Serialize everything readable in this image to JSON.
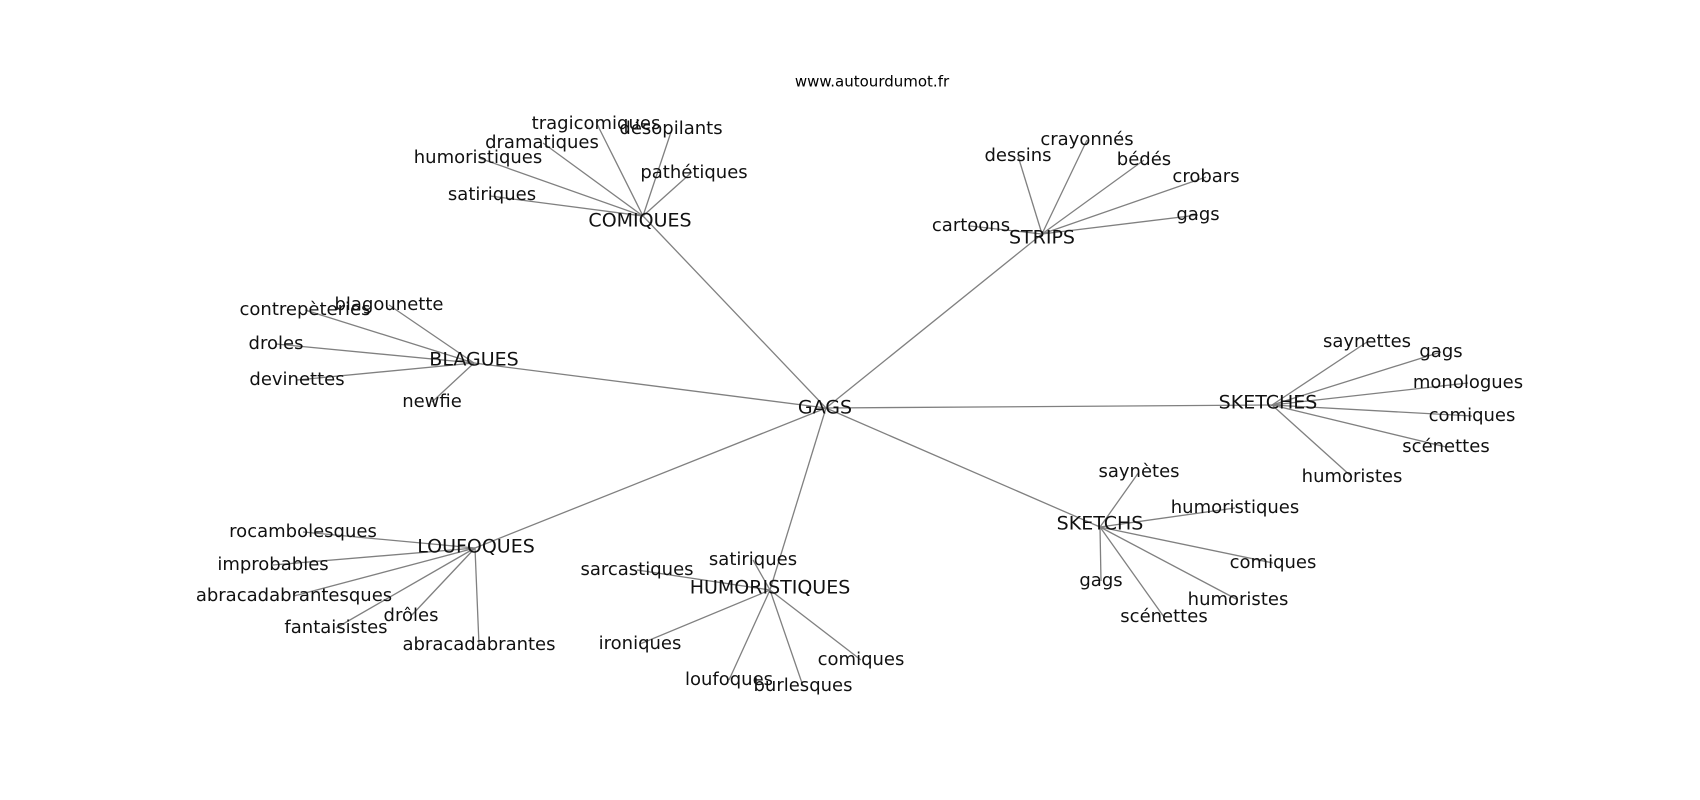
{
  "site": "www.autourdumot.fr",
  "root": "GAGS",
  "clusters": [
    {
      "id": "comiques",
      "label": "COMIQUES",
      "children": [
        {
          "id": "tragicomiques",
          "label": "tragicomiques"
        },
        {
          "id": "desopilants",
          "label": "désopilants"
        },
        {
          "id": "dramatiques",
          "label": "dramatiques"
        },
        {
          "id": "humoristiques",
          "label": "humoristiques"
        },
        {
          "id": "pathetiques",
          "label": "pathétiques"
        },
        {
          "id": "satiriques",
          "label": "satiriques"
        }
      ]
    },
    {
      "id": "strips",
      "label": "STRIPS",
      "children": [
        {
          "id": "crayonnes",
          "label": "crayonnés"
        },
        {
          "id": "dessins",
          "label": "dessins"
        },
        {
          "id": "bedes",
          "label": "bédés"
        },
        {
          "id": "crobars",
          "label": "crobars"
        },
        {
          "id": "gags",
          "label": "gags"
        },
        {
          "id": "cartoons",
          "label": "cartoons"
        }
      ]
    },
    {
      "id": "blagues",
      "label": "BLAGUES",
      "children": [
        {
          "id": "blagounette",
          "label": "blagounette"
        },
        {
          "id": "contrepeteries",
          "label": "contrepèteries"
        },
        {
          "id": "droles",
          "label": "droles"
        },
        {
          "id": "devinettes",
          "label": "devinettes"
        },
        {
          "id": "newfie",
          "label": "newfie"
        }
      ]
    },
    {
      "id": "sketches",
      "label": "SKETCHES",
      "children": [
        {
          "id": "saynettes",
          "label": "saynettes"
        },
        {
          "id": "gags",
          "label": "gags"
        },
        {
          "id": "monologues",
          "label": "monologues"
        },
        {
          "id": "comiques",
          "label": "comiques"
        },
        {
          "id": "scenettes",
          "label": "scénettes"
        },
        {
          "id": "humoristes",
          "label": "humoristes"
        }
      ]
    },
    {
      "id": "sketchs",
      "label": "SKETCHS",
      "children": [
        {
          "id": "saynetes",
          "label": "saynètes"
        },
        {
          "id": "humoristiques",
          "label": "humoristiques"
        },
        {
          "id": "comiques",
          "label": "comiques"
        },
        {
          "id": "humoristes",
          "label": "humoristes"
        },
        {
          "id": "scenettes",
          "label": "scénettes"
        },
        {
          "id": "gags",
          "label": "gags"
        }
      ]
    },
    {
      "id": "loufoques",
      "label": "LOUFOQUES",
      "children": [
        {
          "id": "rocambolesques",
          "label": "rocambolesques"
        },
        {
          "id": "improbables",
          "label": "improbables"
        },
        {
          "id": "abracadabrantesques",
          "label": "abracadabrantesques"
        },
        {
          "id": "fantaisistes",
          "label": "fantaisistes"
        },
        {
          "id": "droles",
          "label": "drôles"
        },
        {
          "id": "abracadabrantes",
          "label": "abracadabrantes"
        }
      ]
    },
    {
      "id": "humoristiques",
      "label": "HUMORISTIQUES",
      "children": [
        {
          "id": "satiriques",
          "label": "satiriques"
        },
        {
          "id": "sarcastiques",
          "label": "sarcastiques"
        },
        {
          "id": "ironiques",
          "label": "ironiques"
        },
        {
          "id": "loufoques",
          "label": "loufoques"
        },
        {
          "id": "burlesques",
          "label": "burlesques"
        },
        {
          "id": "comiques",
          "label": "comiques"
        }
      ]
    }
  ]
}
